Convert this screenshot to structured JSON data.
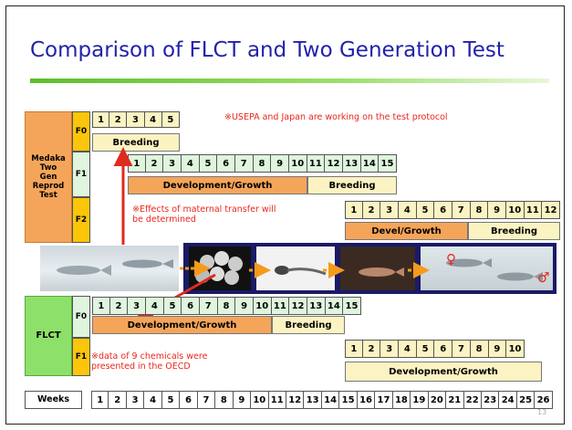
{
  "title": "Comparison of FLCT and Two Generation Test",
  "medaka_label": "Medaka\nTwo\nGen\nReprod\nTest",
  "flct_label": "FLCT",
  "gens": {
    "f0": "F0",
    "f1": "F1",
    "f2": "F2"
  },
  "medaka": {
    "f0_cells": [
      "1",
      "2",
      "3",
      "4",
      "5"
    ],
    "f0_bar": "Breeding",
    "f1_cells": [
      "1",
      "2",
      "3",
      "4",
      "5",
      "6",
      "7",
      "8",
      "9",
      "10",
      "11",
      "12",
      "13",
      "14",
      "15"
    ],
    "f1_bar1": "Development/Growth",
    "f1_bar2": "Breeding",
    "f2_cells": [
      "1",
      "2",
      "3",
      "4",
      "5",
      "6",
      "7",
      "8",
      "9",
      "10",
      "11",
      "12"
    ],
    "f2_bar1": "Devel/Growth",
    "f2_bar2": "Breeding"
  },
  "flct": {
    "f0_cells": [
      "1",
      "2",
      "3",
      "4",
      "5",
      "6",
      "7",
      "8",
      "9",
      "10",
      "11",
      "12",
      "13",
      "14",
      "15"
    ],
    "f0_bar1": "Development/Growth",
    "f0_bar2": "Breeding",
    "f1_cells": [
      "1",
      "2",
      "3",
      "4",
      "5",
      "6",
      "7",
      "8",
      "9",
      "10"
    ],
    "f1_bar": "Development/Growth"
  },
  "notes": {
    "usepa": "※USEPA and Japan are working on the test protocol",
    "maternal": "※Effects of maternal transfer will be determined",
    "oecd": "※data of 9 chemicals were presented in the OECD"
  },
  "weeks": {
    "label": "Weeks",
    "cells": [
      "1",
      "2",
      "3",
      "4",
      "5",
      "6",
      "7",
      "8",
      "9",
      "10",
      "11",
      "12",
      "13",
      "14",
      "15",
      "16",
      "17",
      "18",
      "19",
      "20",
      "21",
      "22",
      "23",
      "24",
      "25",
      "26"
    ]
  },
  "symbols": {
    "female": "♀",
    "male": "♂"
  },
  "page_number": "13",
  "colors": {
    "title": "#2222aa",
    "orange": "#f5a55a",
    "yellow": "#fbf3c2",
    "green_cell": "#dff5de",
    "flct_green": "#8de06a",
    "gen_yellow": "#fbc60a",
    "arrow_red": "#e02a1e",
    "arrow_orange": "#f59a1a"
  }
}
